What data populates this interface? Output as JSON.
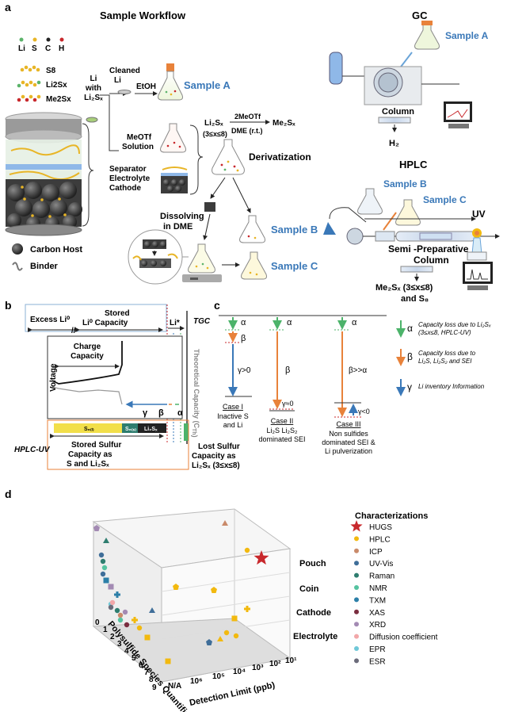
{
  "panel_a": {
    "letter": "a",
    "workflow_title": "Sample Workflow",
    "elements": [
      "Li",
      "S",
      "C",
      "H"
    ],
    "species": [
      "S8",
      "Li2Sx",
      "Me2Sx"
    ],
    "li_with": "Li with Li2Sx",
    "cleaned_li": "Cleaned Li",
    "etoh": "EtOH",
    "meotf": "MeOTf Solution",
    "sep": "Separator Electrolyte Cathode",
    "reaction_left": "Li2Sx",
    "reaction_range": "(3≤x≤8)",
    "reaction_reagent": "2MeOTf",
    "reaction_cond": "DME (r.t.)",
    "reaction_right": "Me2Sx",
    "derivatization": "Derivatization",
    "dissolving": "Dissolving in DME",
    "sample_a": "Sample A",
    "sample_b": "Sample B",
    "sample_c": "Sample C",
    "carbon_host": "Carbon Host",
    "binder": "Binder",
    "gc_title": "GC",
    "gc_sample": "Sample A",
    "gc_column": "Column",
    "gc_h2": "H2",
    "hplc_title": "HPLC",
    "hplc_sample_b": "Sample B",
    "hplc_sample_c": "Sample C",
    "uv": "UV",
    "semi_prep": "Semi -Preparative Column",
    "hplc_out": "Me2Sx (3≤x≤8) and S8"
  },
  "panel_b": {
    "letter": "b",
    "excess_li": "Excess Li0",
    "stored_li": "Stored Li0 Capacity",
    "li_star": "Li*",
    "tgc": "TGC",
    "theoretical": "Theoretical Capacity (CTh)",
    "charge_capacity": "Charge Capacity",
    "voltage": "Voltage",
    "gamma": "γ",
    "beta": "β",
    "alpha": "α",
    "bar_labels": [
      "S8",
      "S8",
      "Li2Sx"
    ],
    "hplc_uv": "HPLC-UV",
    "stored_sulfur": "Stored Sulfur Capacity as S and Li2Sx",
    "lost_sulfur": "Lost Sulfur Capacity as Li2Sx (3≤x≤8)"
  },
  "panel_c": {
    "letter": "c",
    "alpha": "α",
    "beta": "β",
    "gamma": "γ",
    "case1_gamma": "γ>0",
    "case2_gamma": "γ≈0",
    "case3_rel": "β>>α",
    "case3_gamma": "γ<0",
    "case1_title": "Case I",
    "case1_desc": "Inactive S and Li",
    "case2_title": "Case II",
    "case2_desc": "Li2S Li2S2 dominated SEI",
    "case3_title": "Case III",
    "case3_desc": "Non sulfides dominated SEI & Li pulverization",
    "legend_alpha": "Capacity loss due to Li2Sx (3≤x≤8, HPLC-UV)",
    "legend_beta": "Capacity loss due to Li2S, Li2S2 and SEI",
    "legend_gamma": "Li inventory Information"
  },
  "panel_d": {
    "letter": "d",
    "ylabel": "Polysulfide Species Quantified",
    "xlabel": "Detection Limit (ppb)",
    "y_ticks": [
      "0",
      "1",
      "2",
      "3",
      "4",
      "5",
      "6",
      "7",
      "8",
      "9"
    ],
    "x_ticks": [
      "N/A",
      "10⁶",
      "10⁵",
      "10⁴",
      "10³",
      "10²",
      "10¹"
    ],
    "z_ticks": [
      "Pouch",
      "Coin",
      "Cathode",
      "Electrolyte"
    ],
    "legend_title": "Characterizations",
    "legend": [
      {
        "name": "HUGS",
        "color": "#c8282c",
        "shape": "star"
      },
      {
        "name": "HPLC",
        "color": "#f2b90f",
        "shape": "circle"
      },
      {
        "name": "ICP",
        "color": "#c98a6a",
        "shape": "circle"
      },
      {
        "name": "UV-Vis",
        "color": "#3f6e99",
        "shape": "circle"
      },
      {
        "name": "Raman",
        "color": "#2e7d6f",
        "shape": "circle"
      },
      {
        "name": "NMR",
        "color": "#55c3a0",
        "shape": "circle"
      },
      {
        "name": "TXM",
        "color": "#2c7fa8",
        "shape": "circle"
      },
      {
        "name": "XAS",
        "color": "#7a2d3f",
        "shape": "circle"
      },
      {
        "name": "XRD",
        "color": "#a38ab3",
        "shape": "circle"
      },
      {
        "name": "Diffusion coefficient",
        "color": "#f2a7a9",
        "shape": "circle"
      },
      {
        "name": "EPR",
        "color": "#6fc8d8",
        "shape": "circle"
      },
      {
        "name": "ESR",
        "color": "#6b6b7a",
        "shape": "circle"
      }
    ]
  }
}
